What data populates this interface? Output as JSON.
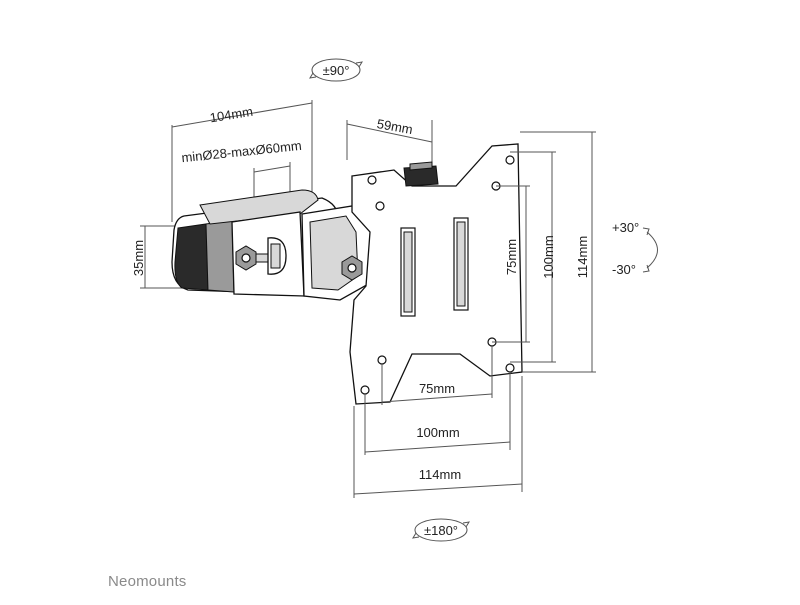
{
  "labels": {
    "rotation_top": "±90°",
    "rotation_bottom": "±180°",
    "tilt_up": "+30°",
    "tilt_down": "-30°",
    "width_clamp": "104mm",
    "pole_range": "minØ28-maxØ60mm",
    "height_clamp": "35mm",
    "top_offset": "59mm",
    "vesa_75_h": "75mm",
    "vesa_100_h": "100mm",
    "plate_h": "114mm",
    "vesa_75_w": "75mm",
    "vesa_100_w": "100mm",
    "plate_w": "114mm"
  },
  "brand": "Neomounts"
}
